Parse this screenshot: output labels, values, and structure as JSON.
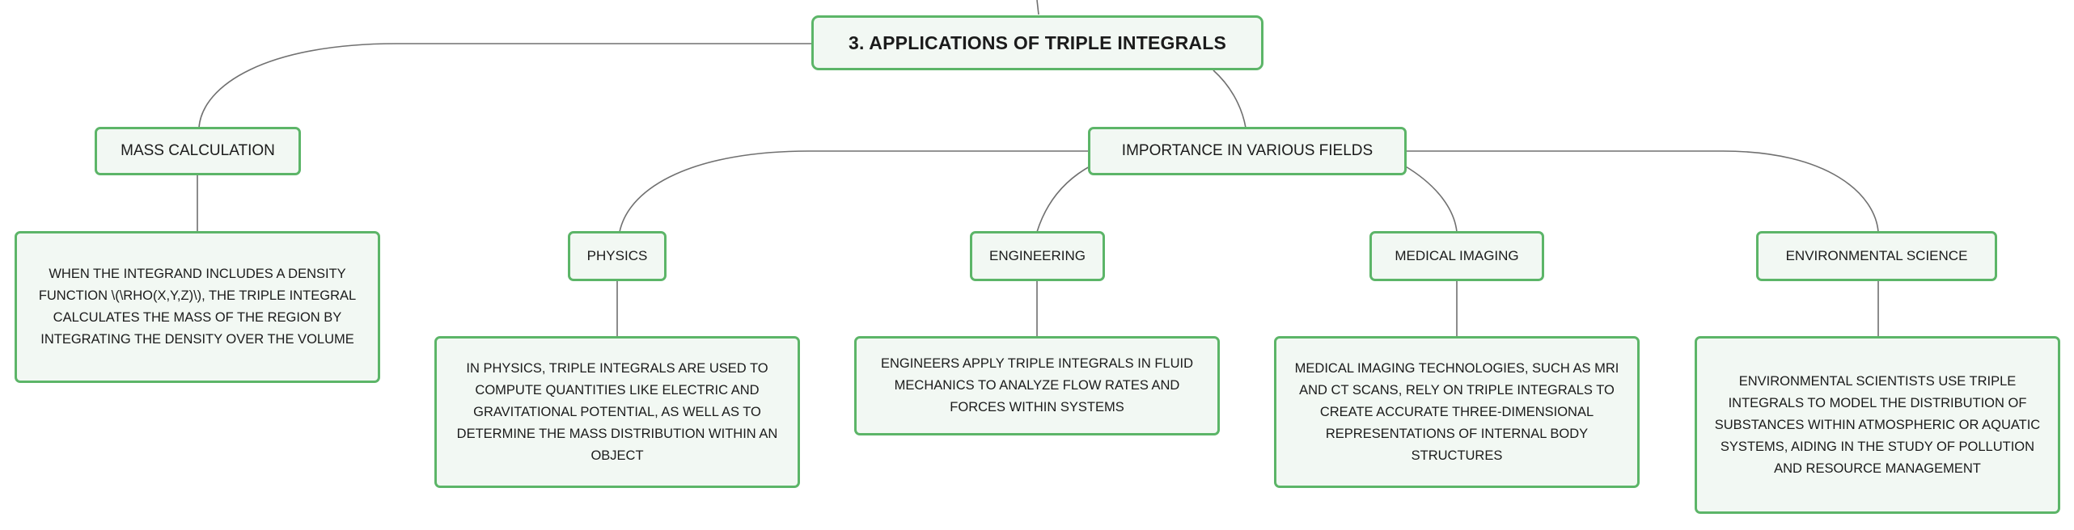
{
  "root": {
    "label": "3. APPLICATIONS OF TRIPLE INTEGRALS"
  },
  "mass": {
    "label": "MASS CALCULATION",
    "detail": "WHEN THE INTEGRAND INCLUDES A DENSITY FUNCTION \\(\\RHO(X,Y,Z)\\), THE TRIPLE INTEGRAL CALCULATES THE MASS OF THE REGION BY INTEGRATING THE DENSITY OVER THE VOLUME"
  },
  "importance": {
    "label": "IMPORTANCE IN VARIOUS FIELDS",
    "fields": [
      {
        "label": "PHYSICS",
        "detail": "IN PHYSICS, TRIPLE INTEGRALS ARE USED TO COMPUTE QUANTITIES LIKE ELECTRIC AND GRAVITATIONAL POTENTIAL, AS WELL AS TO DETERMINE THE MASS DISTRIBUTION WITHIN AN OBJECT"
      },
      {
        "label": "ENGINEERING",
        "detail": "ENGINEERS APPLY TRIPLE INTEGRALS IN FLUID MECHANICS TO ANALYZE FLOW RATES AND FORCES WITHIN SYSTEMS"
      },
      {
        "label": "MEDICAL IMAGING",
        "detail": "MEDICAL IMAGING TECHNOLOGIES, SUCH AS MRI AND CT SCANS, RELY ON TRIPLE INTEGRALS TO CREATE ACCURATE THREE-DIMENSIONAL REPRESENTATIONS OF INTERNAL BODY STRUCTURES"
      },
      {
        "label": "ENVIRONMENTAL SCIENCE",
        "detail": "ENVIRONMENTAL SCIENTISTS USE TRIPLE INTEGRALS TO MODEL THE DISTRIBUTION OF SUBSTANCES WITHIN ATMOSPHERIC OR AQUATIC SYSTEMS, AIDING IN THE STUDY OF POLLUTION AND RESOURCE MANAGEMENT"
      }
    ]
  },
  "colors": {
    "node_border": "#5cb568",
    "node_fill": "#f2f8f3",
    "connector": "#707070",
    "text": "#1b1b1b"
  }
}
